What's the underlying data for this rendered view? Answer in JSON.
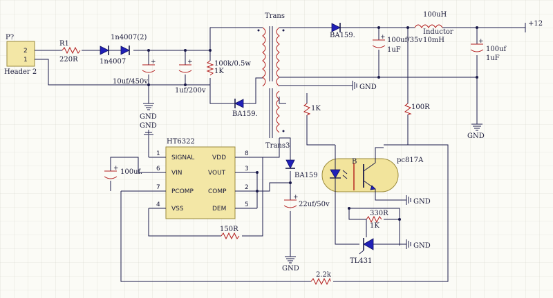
{
  "header": {
    "ref": "P?",
    "name": "Header 2",
    "pin_top": "2",
    "pin_bottom": "1"
  },
  "r1": {
    "ref": "R1",
    "value": "220R"
  },
  "d_in1": {
    "name": "1n4007"
  },
  "d_in2": {
    "name": "1n4007(2)"
  },
  "c_bulk1": {
    "value": "10uf/450v"
  },
  "c_bulk2": {
    "value": "1uf/200v"
  },
  "r_snub": {
    "value1": "100k/0.5w",
    "value2": "1K"
  },
  "d_clamp": {
    "name": "BA159."
  },
  "trans": {
    "top": "Trans",
    "bottom": "Trans3"
  },
  "d_out": {
    "name": "BA159."
  },
  "c_out1": {
    "value1": "100uf/35v",
    "value2": "1uF"
  },
  "inductor": {
    "value": "100uH",
    "name": "Inductor",
    "value2": "10mH"
  },
  "c_out2": {
    "value1": "100uf",
    "value2": "1uF"
  },
  "out_rail": {
    "label": "+12"
  },
  "gnd": {
    "label": "GND"
  },
  "ic": {
    "ref": "HT6322",
    "left_pins": [
      {
        "num": "1",
        "name": "SIGNAL"
      },
      {
        "num": "6",
        "name": "VIN"
      },
      {
        "num": "7",
        "name": "PCOMP"
      },
      {
        "num": "4",
        "name": "VSS"
      }
    ],
    "right_pins": [
      {
        "num": "8",
        "name": "VDD"
      },
      {
        "num": "3",
        "name": "VOUT"
      },
      {
        "num": "2",
        "name": "COMP"
      },
      {
        "num": "5",
        "name": "DEM"
      }
    ]
  },
  "c_vin": {
    "value": "100uf."
  },
  "d_aux": {
    "name": "BA159"
  },
  "c_aux": {
    "value": "22uf/50v"
  },
  "r_150": {
    "value": "150R"
  },
  "r_1k_left": {
    "value": "1K"
  },
  "r_100r": {
    "value": "100R"
  },
  "opto": {
    "name": "pc817A",
    "pin": "B"
  },
  "r_330": {
    "value1": "330R",
    "value2": "1K"
  },
  "tl431": {
    "name": "TL431"
  },
  "r_2k2": {
    "value": "2.2k"
  }
}
